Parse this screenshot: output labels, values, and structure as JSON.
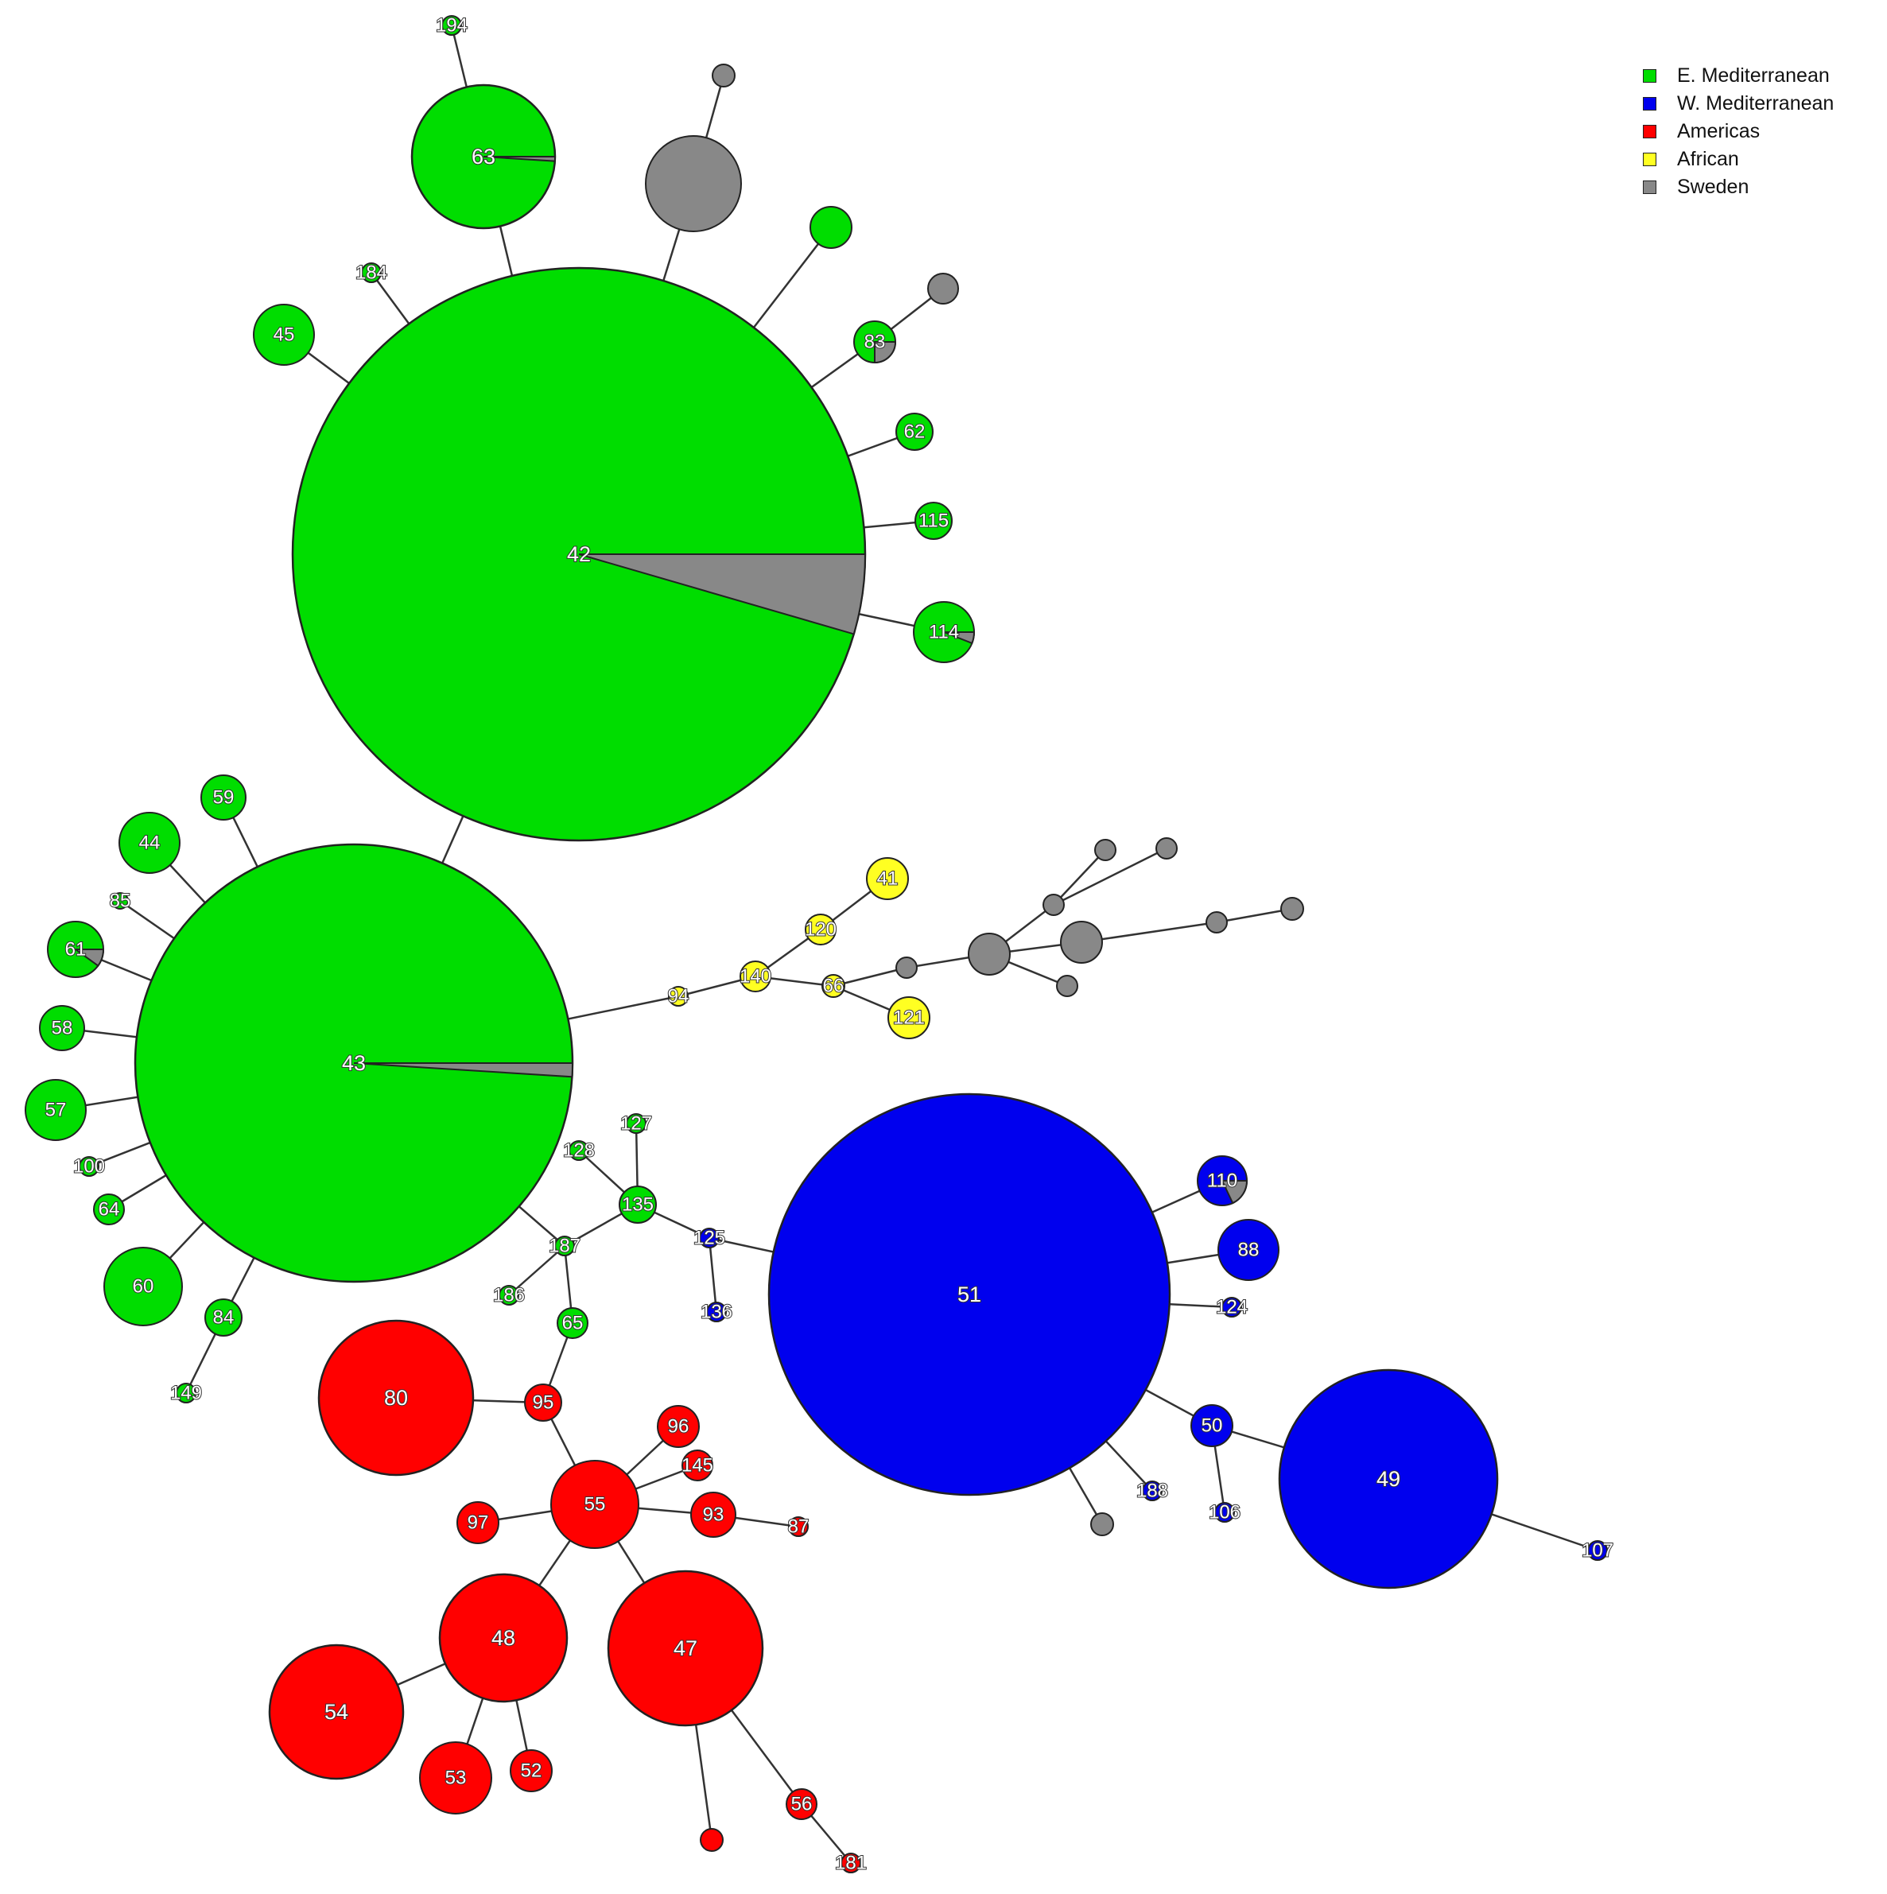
{
  "colors": {
    "E. Mediterranean": "#00dd00",
    "W. Mediterranean": "#0000ee",
    "Americas": "#ff0000",
    "African": "#ffff22",
    "Sweden": "#888888"
  },
  "legend": {
    "items": [
      {
        "label": "E. Mediterranean",
        "color": "#00dd00"
      },
      {
        "label": "W. Mediterranean",
        "color": "#0000ee"
      },
      {
        "label": "Americas",
        "color": "#ff0000"
      },
      {
        "label": "African",
        "color": "#ffff22"
      },
      {
        "label": "Sweden",
        "color": "#888888"
      }
    ]
  },
  "nodes": [
    {
      "id": "42",
      "label": "42",
      "group": "E. Mediterranean",
      "minor": {
        "group": "Sweden",
        "fraction": 0.045
      }
    },
    {
      "id": "43",
      "label": "43",
      "group": "E. Mediterranean",
      "minor": {
        "group": "Sweden",
        "fraction": 0.01
      }
    },
    {
      "id": "51",
      "label": "51",
      "group": "W. Mediterranean"
    },
    {
      "id": "49",
      "label": "49",
      "group": "W. Mediterranean"
    },
    {
      "id": "63",
      "label": "63",
      "group": "E. Mediterranean",
      "minor": {
        "group": "Sweden",
        "fraction": 0.01
      }
    },
    {
      "id": "45",
      "label": "45",
      "group": "E. Mediterranean"
    },
    {
      "id": "83",
      "label": "83",
      "group": "E. Mediterranean",
      "minor": {
        "group": "Sweden",
        "fraction": 0.25
      }
    },
    {
      "id": "62",
      "label": "62",
      "group": "E. Mediterranean"
    },
    {
      "id": "115",
      "label": "115",
      "group": "E. Mediterranean"
    },
    {
      "id": "114",
      "label": "114",
      "group": "E. Mediterranean",
      "minor": {
        "group": "Sweden",
        "fraction": 0.06
      }
    },
    {
      "id": "184",
      "label": "184",
      "group": "E. Mediterranean"
    },
    {
      "id": "194",
      "label": "194",
      "group": "E. Mediterranean"
    },
    {
      "id": "sw-a",
      "label": "",
      "group": "Sweden"
    },
    {
      "id": "sw-b",
      "label": "",
      "group": "Sweden"
    },
    {
      "id": "g-a",
      "label": "",
      "group": "E. Mediterranean"
    },
    {
      "id": "sw-c",
      "label": "",
      "group": "Sweden"
    },
    {
      "id": "59",
      "label": "59",
      "group": "E. Mediterranean"
    },
    {
      "id": "44",
      "label": "44",
      "group": "E. Mediterranean"
    },
    {
      "id": "85",
      "label": "85",
      "group": "E. Mediterranean"
    },
    {
      "id": "61",
      "label": "61",
      "group": "E. Mediterranean",
      "minor": {
        "group": "Sweden",
        "fraction": 0.1
      }
    },
    {
      "id": "58",
      "label": "58",
      "group": "E. Mediterranean"
    },
    {
      "id": "57",
      "label": "57",
      "group": "E. Mediterranean"
    },
    {
      "id": "100",
      "label": "100",
      "group": "E. Mediterranean"
    },
    {
      "id": "64",
      "label": "64",
      "group": "E. Mediterranean"
    },
    {
      "id": "60",
      "label": "60",
      "group": "E. Mediterranean"
    },
    {
      "id": "84",
      "label": "84",
      "group": "E. Mediterranean"
    },
    {
      "id": "149",
      "label": "149",
      "group": "E. Mediterranean"
    },
    {
      "id": "94",
      "label": "94",
      "group": "African"
    },
    {
      "id": "140",
      "label": "140",
      "group": "African"
    },
    {
      "id": "120",
      "label": "120",
      "group": "African"
    },
    {
      "id": "41",
      "label": "41",
      "group": "African"
    },
    {
      "id": "66",
      "label": "66",
      "group": "African"
    },
    {
      "id": "121",
      "label": "121",
      "group": "African"
    },
    {
      "id": "sw-d",
      "label": "",
      "group": "Sweden"
    },
    {
      "id": "sw-e",
      "label": "",
      "group": "Sweden"
    },
    {
      "id": "sw-f",
      "label": "",
      "group": "Sweden"
    },
    {
      "id": "sw-g",
      "label": "",
      "group": "Sweden"
    },
    {
      "id": "sw-h",
      "label": "",
      "group": "Sweden"
    },
    {
      "id": "sw-i",
      "label": "",
      "group": "Sweden"
    },
    {
      "id": "sw-j",
      "label": "",
      "group": "Sweden"
    },
    {
      "id": "sw-k",
      "label": "",
      "group": "Sweden"
    },
    {
      "id": "sw-l",
      "label": "",
      "group": "Sweden"
    },
    {
      "id": "127",
      "label": "127",
      "group": "E. Mediterranean"
    },
    {
      "id": "128",
      "label": "128",
      "group": "E. Mediterranean"
    },
    {
      "id": "135",
      "label": "135",
      "group": "E. Mediterranean"
    },
    {
      "id": "187",
      "label": "187",
      "group": "E. Mediterranean"
    },
    {
      "id": "186",
      "label": "186",
      "group": "E. Mediterranean"
    },
    {
      "id": "65",
      "label": "65",
      "group": "E. Mediterranean"
    },
    {
      "id": "125",
      "label": "125",
      "group": "W. Mediterranean"
    },
    {
      "id": "136",
      "label": "136",
      "group": "W. Mediterranean"
    },
    {
      "id": "110",
      "label": "110",
      "group": "W. Mediterranean",
      "minor": {
        "group": "Sweden",
        "fraction": 0.18
      }
    },
    {
      "id": "88",
      "label": "88",
      "group": "W. Mediterranean"
    },
    {
      "id": "124",
      "label": "124",
      "group": "W. Mediterranean"
    },
    {
      "id": "50",
      "label": "50",
      "group": "W. Mediterranean"
    },
    {
      "id": "106",
      "label": "106",
      "group": "W. Mediterranean"
    },
    {
      "id": "188",
      "label": "188",
      "group": "W. Mediterranean"
    },
    {
      "id": "sw-m",
      "label": "",
      "group": "Sweden"
    },
    {
      "id": "107",
      "label": "107",
      "group": "W. Mediterranean"
    },
    {
      "id": "80",
      "label": "80",
      "group": "Americas"
    },
    {
      "id": "95",
      "label": "95",
      "group": "Americas"
    },
    {
      "id": "55",
      "label": "55",
      "group": "Americas"
    },
    {
      "id": "96",
      "label": "96",
      "group": "Americas"
    },
    {
      "id": "145",
      "label": "145",
      "group": "Americas"
    },
    {
      "id": "93",
      "label": "93",
      "group": "Americas"
    },
    {
      "id": "87",
      "label": "87",
      "group": "Americas"
    },
    {
      "id": "97",
      "label": "97",
      "group": "Americas"
    },
    {
      "id": "48",
      "label": "48",
      "group": "Americas"
    },
    {
      "id": "47",
      "label": "47",
      "group": "Americas"
    },
    {
      "id": "54",
      "label": "54",
      "group": "Americas"
    },
    {
      "id": "53",
      "label": "53",
      "group": "Americas"
    },
    {
      "id": "52",
      "label": "52",
      "group": "Americas"
    },
    {
      "id": "56",
      "label": "56",
      "group": "Americas"
    },
    {
      "id": "181",
      "label": "181",
      "group": "Americas"
    },
    {
      "id": "r-a",
      "label": "",
      "group": "Americas"
    }
  ],
  "edges": [
    [
      "42",
      "43"
    ],
    [
      "42",
      "63"
    ],
    [
      "63",
      "194"
    ],
    [
      "42",
      "184"
    ],
    [
      "42",
      "45"
    ],
    [
      "42",
      "sw-a"
    ],
    [
      "sw-a",
      "sw-b"
    ],
    [
      "42",
      "g-a"
    ],
    [
      "42",
      "83"
    ],
    [
      "83",
      "sw-c"
    ],
    [
      "42",
      "62"
    ],
    [
      "42",
      "115"
    ],
    [
      "42",
      "114"
    ],
    [
      "43",
      "59"
    ],
    [
      "43",
      "44"
    ],
    [
      "43",
      "85"
    ],
    [
      "43",
      "61"
    ],
    [
      "43",
      "58"
    ],
    [
      "43",
      "57"
    ],
    [
      "43",
      "100"
    ],
    [
      "43",
      "64"
    ],
    [
      "43",
      "60"
    ],
    [
      "43",
      "84"
    ],
    [
      "84",
      "149"
    ],
    [
      "43",
      "94"
    ],
    [
      "94",
      "140"
    ],
    [
      "140",
      "120"
    ],
    [
      "120",
      "41"
    ],
    [
      "140",
      "66"
    ],
    [
      "66",
      "121"
    ],
    [
      "66",
      "sw-d"
    ],
    [
      "sw-d",
      "sw-e"
    ],
    [
      "sw-e",
      "sw-f"
    ],
    [
      "sw-f",
      "sw-g"
    ],
    [
      "sw-f",
      "sw-h"
    ],
    [
      "sw-e",
      "sw-i"
    ],
    [
      "sw-i",
      "sw-j"
    ],
    [
      "sw-j",
      "sw-k"
    ],
    [
      "sw-e",
      "sw-l"
    ],
    [
      "43",
      "187"
    ],
    [
      "187",
      "135"
    ],
    [
      "135",
      "127"
    ],
    [
      "135",
      "128"
    ],
    [
      "135",
      "125"
    ],
    [
      "125",
      "136"
    ],
    [
      "125",
      "51"
    ],
    [
      "187",
      "186"
    ],
    [
      "187",
      "65"
    ],
    [
      "65",
      "95"
    ],
    [
      "95",
      "80"
    ],
    [
      "95",
      "55"
    ],
    [
      "55",
      "96"
    ],
    [
      "55",
      "145"
    ],
    [
      "55",
      "93"
    ],
    [
      "93",
      "87"
    ],
    [
      "55",
      "97"
    ],
    [
      "55",
      "48"
    ],
    [
      "55",
      "47"
    ],
    [
      "48",
      "54"
    ],
    [
      "48",
      "53"
    ],
    [
      "48",
      "52"
    ],
    [
      "47",
      "56"
    ],
    [
      "56",
      "181"
    ],
    [
      "47",
      "r-a"
    ],
    [
      "51",
      "110"
    ],
    [
      "51",
      "88"
    ],
    [
      "51",
      "124"
    ],
    [
      "51",
      "50"
    ],
    [
      "50",
      "49"
    ],
    [
      "50",
      "106"
    ],
    [
      "51",
      "188"
    ],
    [
      "51",
      "sw-m"
    ],
    [
      "49",
      "107"
    ]
  ]
}
